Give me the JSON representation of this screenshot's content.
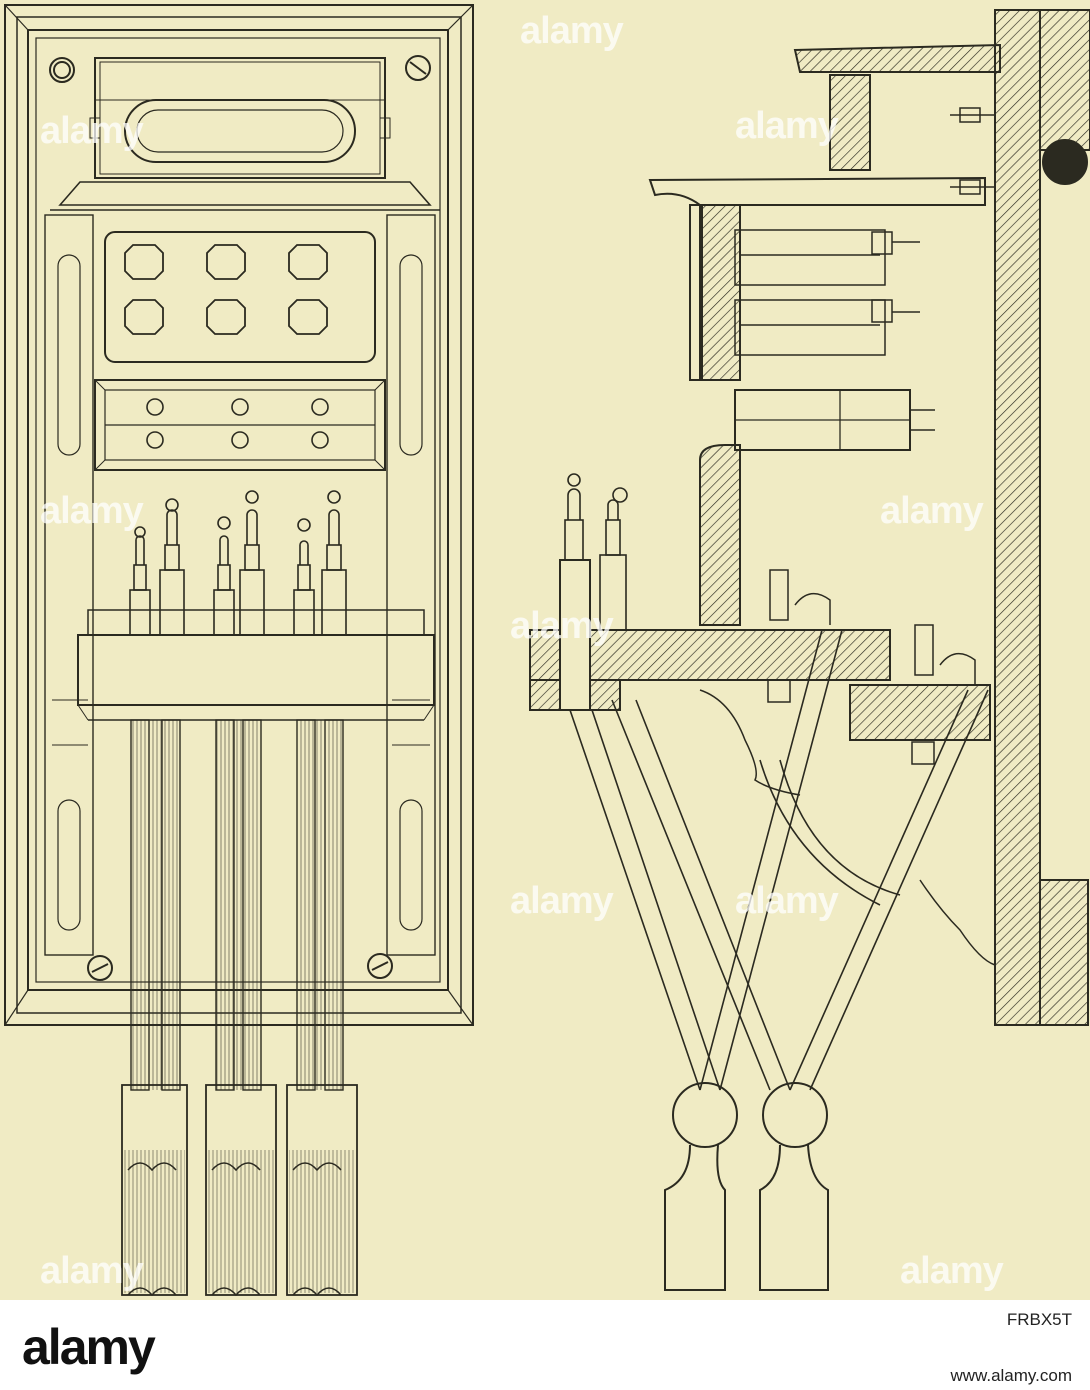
{
  "watermark": {
    "brand": "alamy",
    "positions_note": ""
  },
  "footer": {
    "logo_text": "alamy",
    "image_id": "FRBX5T",
    "site": "www.alamy.com"
  },
  "colors": {
    "paper": "#f0ebc4",
    "ink": "#2b2a20",
    "footer_bg": "#ffffff"
  }
}
